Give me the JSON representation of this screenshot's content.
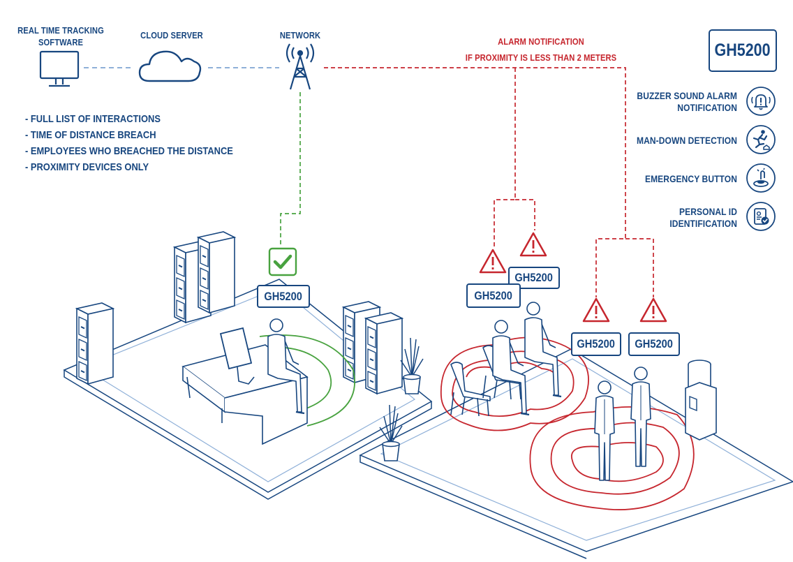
{
  "top_nodes": {
    "software": "REAL TIME TRACKING\nSOFTWARE",
    "cloud": "CLOUD SERVER",
    "network": "NETWORK"
  },
  "alarm": {
    "line1": "ALARM NOTIFICATION",
    "line2": "IF PROXIMITY IS LESS THAN 2 METERS"
  },
  "report_items": [
    "- FULL LIST OF INTERACTIONS",
    "- TIME OF DISTANCE BREACH",
    "- EMPLOYEES WHO BREACHED THE DISTANCE",
    "- PROXIMITY DEVICES ONLY"
  ],
  "device_name": "GH5200",
  "features": [
    {
      "label": "BUZZER SOUND ALARM\nNOTIFICATION",
      "icon": "bell-alarm-icon"
    },
    {
      "label": "MAN-DOWN DETECTION",
      "icon": "falling-person-icon"
    },
    {
      "label": "EMERGENCY BUTTON",
      "icon": "emergency-button-icon"
    },
    {
      "label": "PERSONAL ID\nIDENTIFICATION",
      "icon": "id-card-check-icon"
    }
  ],
  "device_tags": [
    "GH5200",
    "GH5200",
    "GH5200",
    "GH5200",
    "GH5200"
  ],
  "colors": {
    "primary": "#17467f",
    "alert": "#c6262e",
    "ok": "#48a23f",
    "line": "#8fb0d8"
  }
}
